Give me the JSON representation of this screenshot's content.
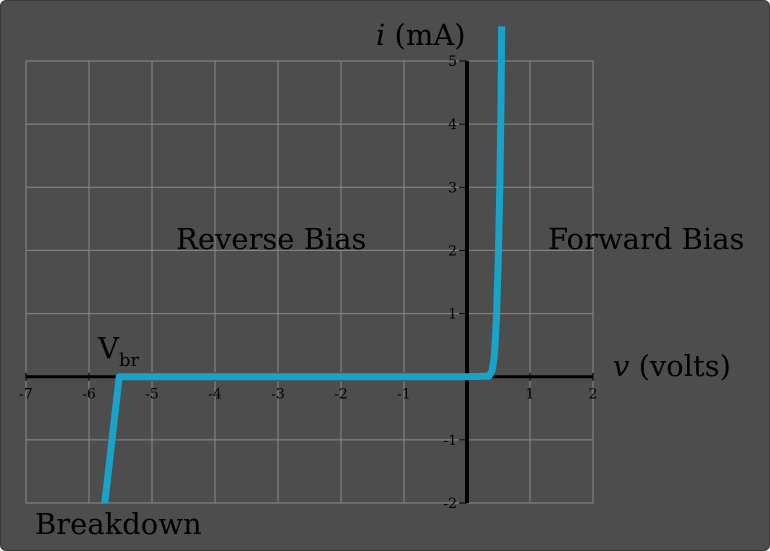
{
  "chart_data": {
    "type": "line",
    "xlim": [
      -7,
      2
    ],
    "ylim": [
      -2,
      5
    ],
    "x_ticks": [
      "-7",
      "-6",
      "-5",
      "-4",
      "-3",
      "-2",
      "-1",
      "1",
      "2"
    ],
    "y_ticks": [
      "-2",
      "-1",
      "1",
      "2",
      "3",
      "4",
      "5"
    ],
    "x_tick_values": [
      -7,
      -6,
      -5,
      -4,
      -3,
      -2,
      -1,
      1,
      2
    ],
    "y_tick_values": [
      -2,
      -1,
      1,
      2,
      3,
      4,
      5
    ],
    "grid": true,
    "xlabel_italic": "v",
    "xlabel_rest": " (volts)",
    "ylabel_italic": "i",
    "ylabel_rest": " (mA)",
    "annotations": {
      "reverse": "Reverse Bias",
      "forward": "Forward Bias",
      "breakdown": "Breakdown",
      "vbr_main": "V",
      "vbr_sub": "br"
    },
    "series": [
      {
        "x": [
          -5.75,
          -5.52,
          -5.0,
          -4.0,
          -3.0,
          -2.0,
          -1.0,
          0.0,
          0.35,
          0.4,
          0.43,
          0.45,
          0.47,
          0.5,
          0.52,
          0.54,
          0.55
        ],
        "y": [
          -2.0,
          0.0,
          0.0,
          0.0,
          0.0,
          0.0,
          0.0,
          0.0,
          0.01,
          0.1,
          0.3,
          0.6,
          1.0,
          2.0,
          3.0,
          4.3,
          5.55
        ],
        "color": "#1aa3c8"
      }
    ],
    "colors": {
      "background": "#4d4d4d",
      "grid": "#8a8a8a",
      "axis": "#000000",
      "curve": "#1aa3c8"
    }
  }
}
